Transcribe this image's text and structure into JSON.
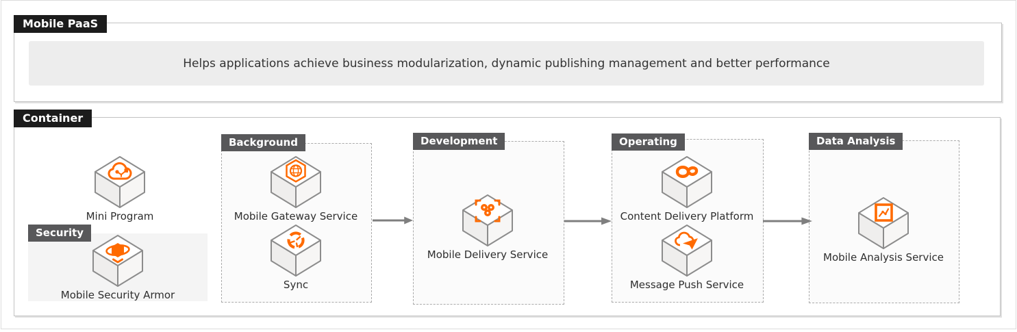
{
  "colors": {
    "accent": "#FF6A00",
    "badge_dark": "#1C1C1C",
    "badge_gray": "#58585A",
    "arrow": "#7F7F7F",
    "banner_bg": "#EDEDED",
    "security_panel_bg": "#F4F4F4"
  },
  "paas_section": {
    "title": "Mobile PaaS",
    "banner_text": "Helps applications achieve business modularization, dynamic publishing management and better performance"
  },
  "container_section": {
    "title": "Container",
    "mini_program": {
      "label": "Mini Program",
      "icon": "mini-program-icon"
    },
    "security": {
      "title": "Security",
      "armor": {
        "label": "Mobile Security Armor",
        "icon": "security-armor-icon"
      }
    },
    "groups": {
      "background": {
        "title": "Background",
        "gateway": {
          "label": "Mobile Gateway Service",
          "icon": "gateway-icon"
        },
        "sync": {
          "label": "Sync",
          "icon": "sync-icon"
        }
      },
      "development": {
        "title": "Development",
        "delivery": {
          "label": "Mobile Delivery Service",
          "icon": "delivery-icon"
        }
      },
      "operating": {
        "title": "Operating",
        "cdp": {
          "label": "Content Delivery Platform",
          "icon": "content-delivery-icon"
        },
        "push": {
          "label": "Message Push Service",
          "icon": "message-push-icon"
        }
      },
      "data_analysis": {
        "title": "Data Analysis",
        "analysis": {
          "label": "Mobile Analysis Service",
          "icon": "analysis-icon"
        }
      }
    }
  }
}
